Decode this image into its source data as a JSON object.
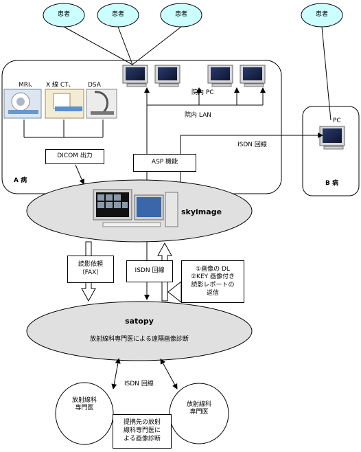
{
  "patients": [
    "患者",
    "患者",
    "患者",
    "患者"
  ],
  "hospital_a": {
    "label": "A 病",
    "modalities": [
      "MRI、",
      "X 線 CT、",
      "DSA"
    ],
    "dicom_label": "DICOM 出力",
    "asp_label": "ASP 機能",
    "pc_label": "院内 PC",
    "lan_label": "院内 LAN"
  },
  "hospital_b": {
    "label": "B 病",
    "pc_label": "PC",
    "isdn_label": "ISDN 回線"
  },
  "skyimage": {
    "label": "skyimage"
  },
  "middle": {
    "request_box": "読影依頼\n（FAX）",
    "isdn_box": "ISDN 回線",
    "return_box": "①画像の DL\n②KEY 画像付き\n読影レポートの\n返信"
  },
  "satopy": {
    "title": "satopy",
    "subtitle": "放射線科専門医による遠隔画像診断"
  },
  "bottom": {
    "isdn_label": "ISDN 回線",
    "radiologist_left": "放射線科\n専門医",
    "radiologist_right": "放射線科\n専門医",
    "partner_box": "提携先の放射\n線科専門医に\nよる画像診断"
  },
  "colors": {
    "patient_fill": "#ccffff",
    "ellipse_fill": "#e0e0e0",
    "stroke": "#000000"
  }
}
